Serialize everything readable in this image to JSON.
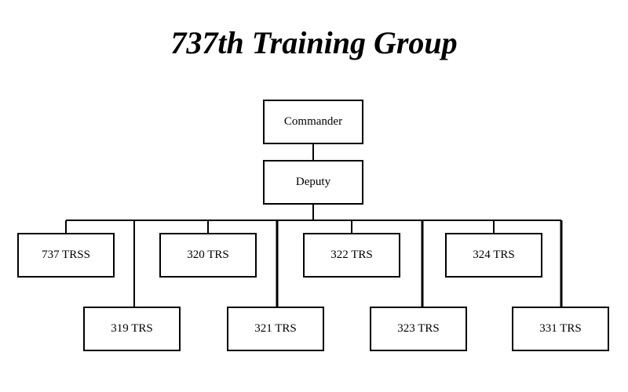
{
  "title": "737th Training Group",
  "nodes": {
    "commander": "Commander",
    "deputy": "Deputy",
    "trss_737": "737 TRSS",
    "trs_320": "320 TRS",
    "trs_322": "322 TRS",
    "trs_324": "324 TRS",
    "trs_319": "319 TRS",
    "trs_321": "321 TRS",
    "trs_323": "323 TRS",
    "trs_331": "331 TRS"
  },
  "colors": {
    "line": "#000000",
    "box_border": "#000000",
    "background": "#ffffff"
  }
}
